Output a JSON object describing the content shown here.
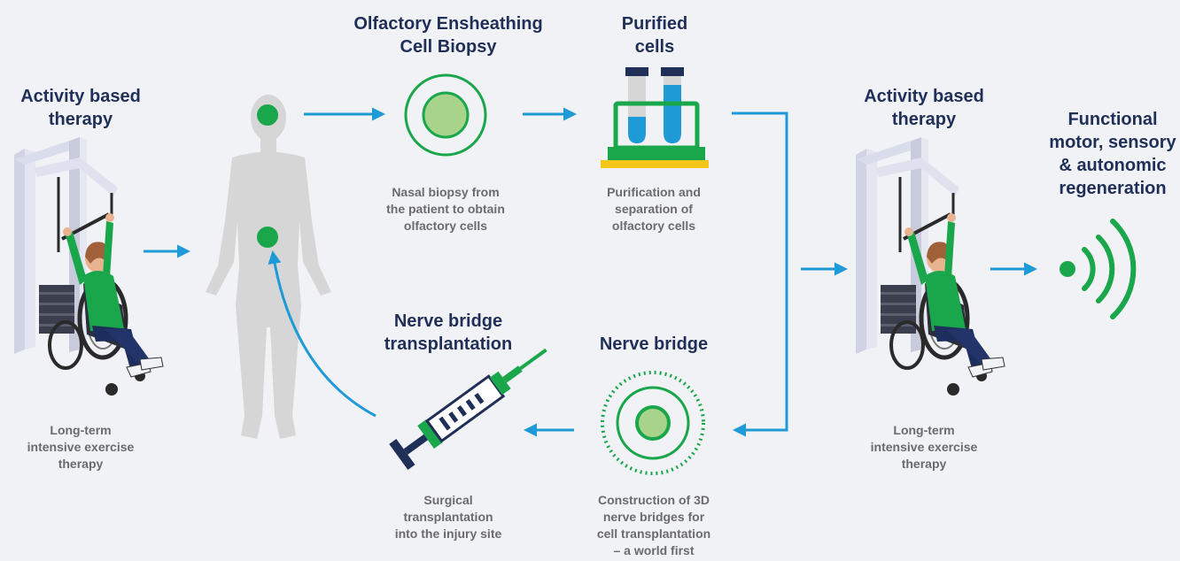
{
  "colors": {
    "background": "#f1f2f5",
    "title": "#1f2f57",
    "caption": "#6b6b6b",
    "arrow": "#1e9ad6",
    "green": "#1aa64b",
    "light_green": "#a8d38a",
    "body": "#d6d6d6",
    "yellow": "#f5c518"
  },
  "steps": {
    "therapy_left": {
      "title": "Activity based\ntherapy",
      "caption": "Long-term\nintensive exercise\ntherapy"
    },
    "biopsy": {
      "title": "Olfactory Ensheathing\nCell Biopsy",
      "caption": "Nasal biopsy from\nthe patient to obtain\nolfactory cells"
    },
    "purified": {
      "title": "Purified\ncells",
      "caption": "Purification and\nseparation of\nolfactory cells"
    },
    "nerve_bridge": {
      "title": "Nerve bridge",
      "caption": "Construction of 3D\nnerve bridges for\ncell transplantation\n– a world first"
    },
    "transplantation": {
      "title": "Nerve bridge\ntransplantation",
      "caption": "Surgical\ntransplantation\ninto the injury site"
    },
    "therapy_right": {
      "title": "Activity based\ntherapy",
      "caption": "Long-term\nintensive exercise\ntherapy"
    },
    "outcome": {
      "title": "Functional\nmotor, sensory\n& autonomic\nregeneration"
    }
  },
  "icons": {
    "wheelchair_left": "wheelchair-therapy-icon",
    "body": "human-body-icon",
    "biopsy": "cell-icon",
    "purified": "test-tubes-icon",
    "nerve_bridge": "nerve-bridge-icon",
    "syringe": "syringe-icon",
    "wheelchair_right": "wheelchair-therapy-icon",
    "signal": "signal-waves-icon"
  }
}
